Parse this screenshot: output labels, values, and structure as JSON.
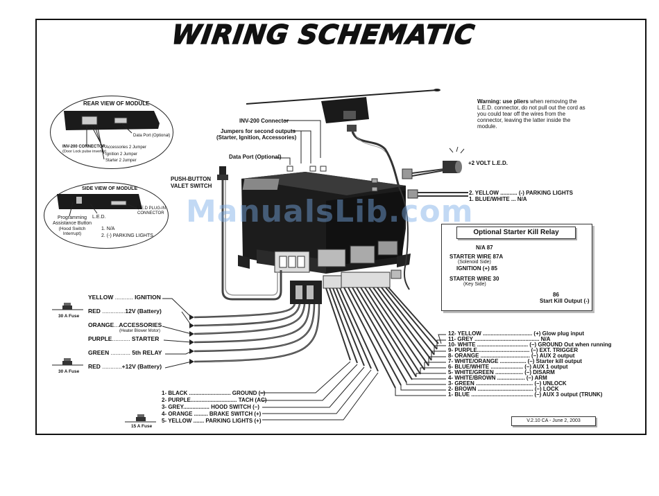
{
  "title": "WIRING SCHEMATIC",
  "warning": {
    "bold": "Warning: use pliers",
    "text": " when removing the L.E.D. connector, do not pull out the cord as you could tear off the wires from the connector, leaving the latter inside the module."
  },
  "rear_view": {
    "title": "REAR VIEW OF MODULE",
    "data_port": "Data Port (Optional)",
    "inv_connector": "INV-200 CONNECTOR",
    "inv_sub": "(Door Lock pulse inverter)",
    "accessories_jumper": "Accessories 2 Jumper",
    "ignition_jumper": "Ignition 2 Jumper",
    "starter_jumper": "Starter 2 Jumper"
  },
  "side_view": {
    "title": "SIDE VIEW OF MODULE",
    "led": "L.E.D.",
    "led_plug": "L.E.D PLUG-IN CONNECTOR",
    "prog_button": "Programming Assistance Button",
    "prog_sub": "(Hood Switch Interrupt)",
    "pin1": "1. N/A",
    "pin2": "2. (-) PARKING LIGHTS"
  },
  "top_labels": {
    "inv_connector": "INV-200 Connector",
    "jumpers": "Jumpers for second outputs",
    "jumpers_sub": "(Starter, Ignition, Accessories)",
    "data_port": "Data Port (Optional)",
    "valet1": "PUSH-BUTTON",
    "valet2": "VALET SWITCH",
    "led_volt": "+2 VOLT L.E.D.",
    "yellow_park": "2. YELLOW ........... (-) PARKING LIGHTS",
    "blue_white_na": "1. BLUE/WHITE ... N/A"
  },
  "relay": {
    "title": "Optional Starter Kill Relay",
    "na": "N/A 87",
    "starter87a": "STARTER WIRE 87A",
    "starter87a_sub": "(Solenoid Side)",
    "ignition85": "IGNITION (+) 85",
    "starter30": "STARTER WIRE 30",
    "starter30_sub": "(Key Side)",
    "out86": "86",
    "out86_label": "Start Kill Output (-)"
  },
  "heavy_wires": [
    {
      "name": "YELLOW",
      "dots": "...........",
      "func": "IGNITION"
    },
    {
      "name": "RED",
      "dots": "..............",
      "func": "12V (Battery)"
    },
    {
      "name": "ORANGE",
      "dots": "...",
      "func": "ACCESSORIES",
      "sub": "(Heater Blower Motor)"
    },
    {
      "name": "PURPLE",
      "dots": "...........",
      "func": "STARTER"
    },
    {
      "name": "GREEN",
      "dots": "............",
      "func": "5th RELAY"
    },
    {
      "name": "RED",
      "dots": "............",
      "func": "+12V (Battery)"
    }
  ],
  "fuses": {
    "fuse1": "30 A Fuse",
    "fuse2": "30 A Fuse",
    "fuse3": "15 A Fuse"
  },
  "five_pin": [
    "1- BLACK ........................... GROUND (–)",
    "2- PURPLE.............................. TACH (AC)",
    "3- GREY................. HOOD SWITCH (–)",
    "4- ORANGE ......... BRAKE SWITCH (+)",
    "5- YELLOW ....... PARKING LIGHTS (+)"
  ],
  "twelve_pin": [
    "12- YELLOW ................................ (+) Glow plug input",
    "11- GREY .......................................... N/A",
    "10- WHITE ................................. (–) GROUND Out when running",
    "9- PURPLE.................................. (–) EXT. TRIGGER",
    "8- ORANGE ................................ (–) AUX 2 output",
    "7- WHITE/ORANGE ................. (–) Starter kill output",
    "6- BLUE/WHITE ..................... (–) AUX 1 output",
    "5- WHITE/GREEN .................. (–) DISARM",
    "4- WHITE/BROWN .................. (–) ARM",
    "3- GREEN ..................................... (–) UNLOCK",
    "2- BROWN .................................... (–) LOCK",
    "1- BLUE ........................................ (–) AUX 3 output (TRUNK)"
  ],
  "version": "V.2.10 CA - June 2, 2003",
  "watermark": "ManualsLib.com"
}
